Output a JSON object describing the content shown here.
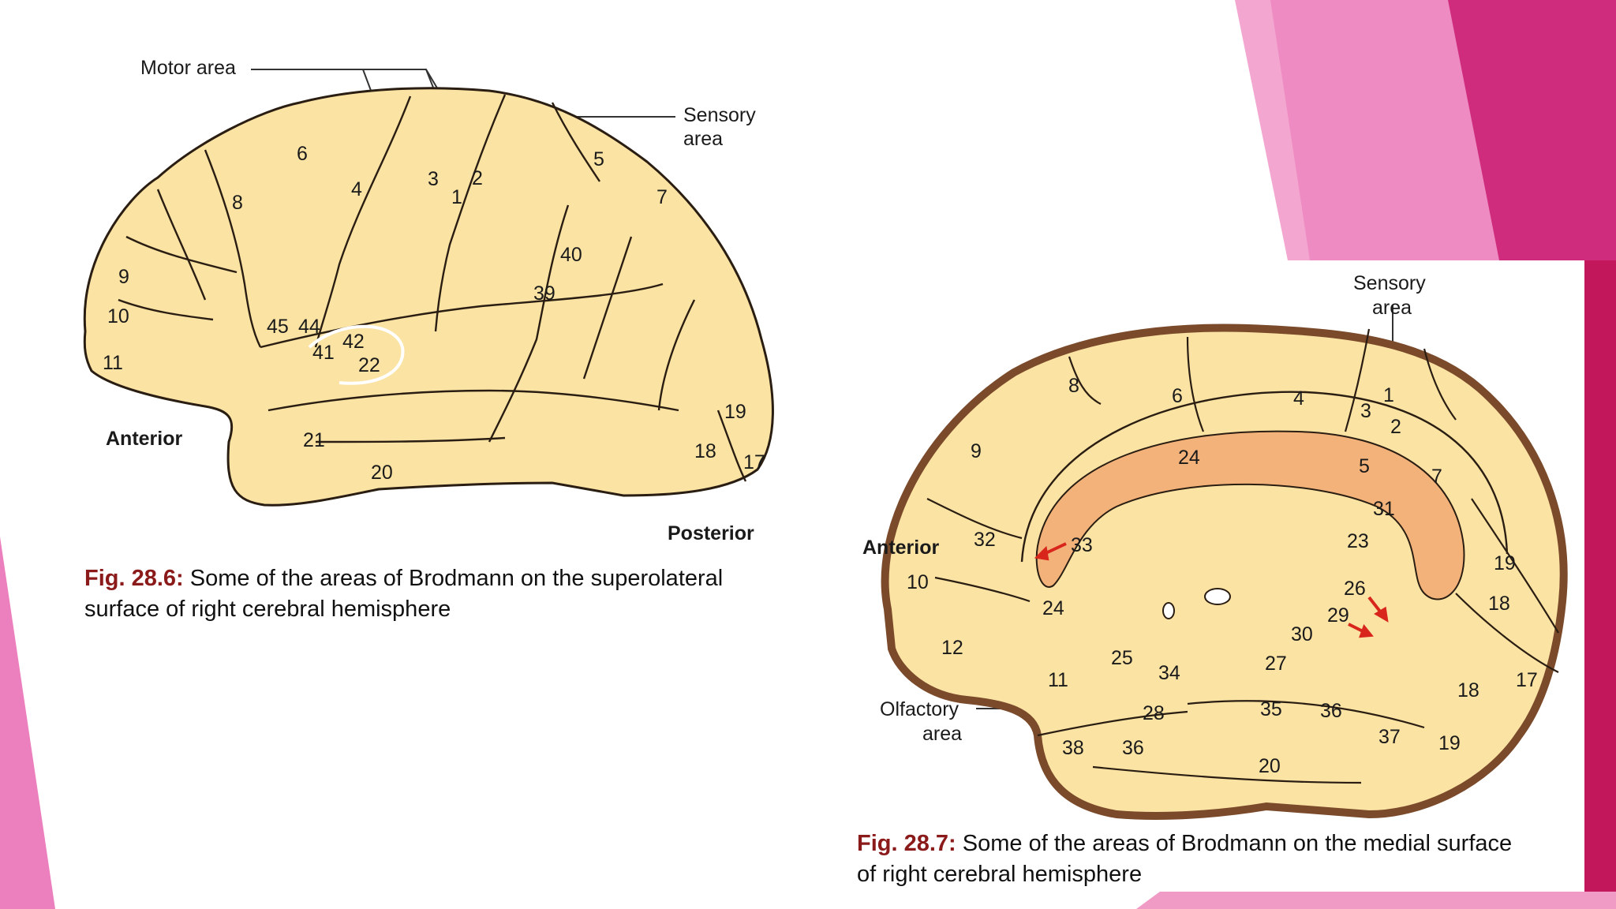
{
  "colors": {
    "brand_pink": "#e879b9",
    "brand_magenta": "#c2185b",
    "brain_fill": "#fbe3a4",
    "brain_stroke": "#2a1d12",
    "corpus": "#f2b27a",
    "arrow_red": "#d9261c",
    "caption_figno": "#8b1a1a"
  },
  "figure1": {
    "labels": {
      "motor_area": "Motor area",
      "sensory_area_line1": "Sensory",
      "sensory_area_line2": "area",
      "anterior": "Anterior",
      "posterior": "Posterior"
    },
    "areas": [
      "6",
      "4",
      "3",
      "1",
      "2",
      "5",
      "7",
      "8",
      "9",
      "10",
      "11",
      "45",
      "44",
      "41",
      "42",
      "22",
      "40",
      "39",
      "19",
      "18",
      "17",
      "21",
      "20"
    ],
    "caption": {
      "figno": "Fig. 28.6:",
      "line1_text": " Some of the areas of Brodmann on the superolateral",
      "line2": "surface of right cerebral hemisphere"
    }
  },
  "figure2": {
    "labels": {
      "sensory_area_line1": "Sensory",
      "sensory_area_line2": "area",
      "anterior": "Anterior",
      "olfactory_line1": "Olfactory",
      "olfactory_line2": "area"
    },
    "areas": [
      "8",
      "6",
      "4",
      "3",
      "1",
      "2",
      "9",
      "24",
      "5",
      "7",
      "31",
      "32",
      "33",
      "23",
      "10",
      "19",
      "26",
      "18",
      "24",
      "29",
      "30",
      "12",
      "25",
      "27",
      "34",
      "11",
      "17",
      "18",
      "35",
      "36",
      "28",
      "37",
      "19",
      "38",
      "36",
      "20"
    ],
    "caption": {
      "figno": "Fig. 28.7:",
      "line1_text": " Some of the areas of Brodmann on the medial surface",
      "line2": "of right cerebral hemisphere"
    }
  }
}
